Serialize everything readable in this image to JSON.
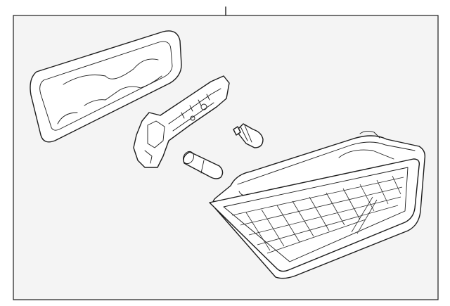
{
  "diagram": {
    "frame_fill": "#f4f4f4",
    "line_color": "#1c1c1c",
    "parts": [
      {
        "id": "gasket",
        "icon": "lamp-gasket-icon"
      },
      {
        "id": "bulb-socket-board",
        "icon": "circuit-board-icon"
      },
      {
        "id": "wedge-bulb",
        "icon": "bulb-icon"
      },
      {
        "id": "cylinder-bulb",
        "icon": "bulb-icon"
      },
      {
        "id": "lamp-assembly",
        "icon": "tail-lamp-icon"
      }
    ]
  }
}
